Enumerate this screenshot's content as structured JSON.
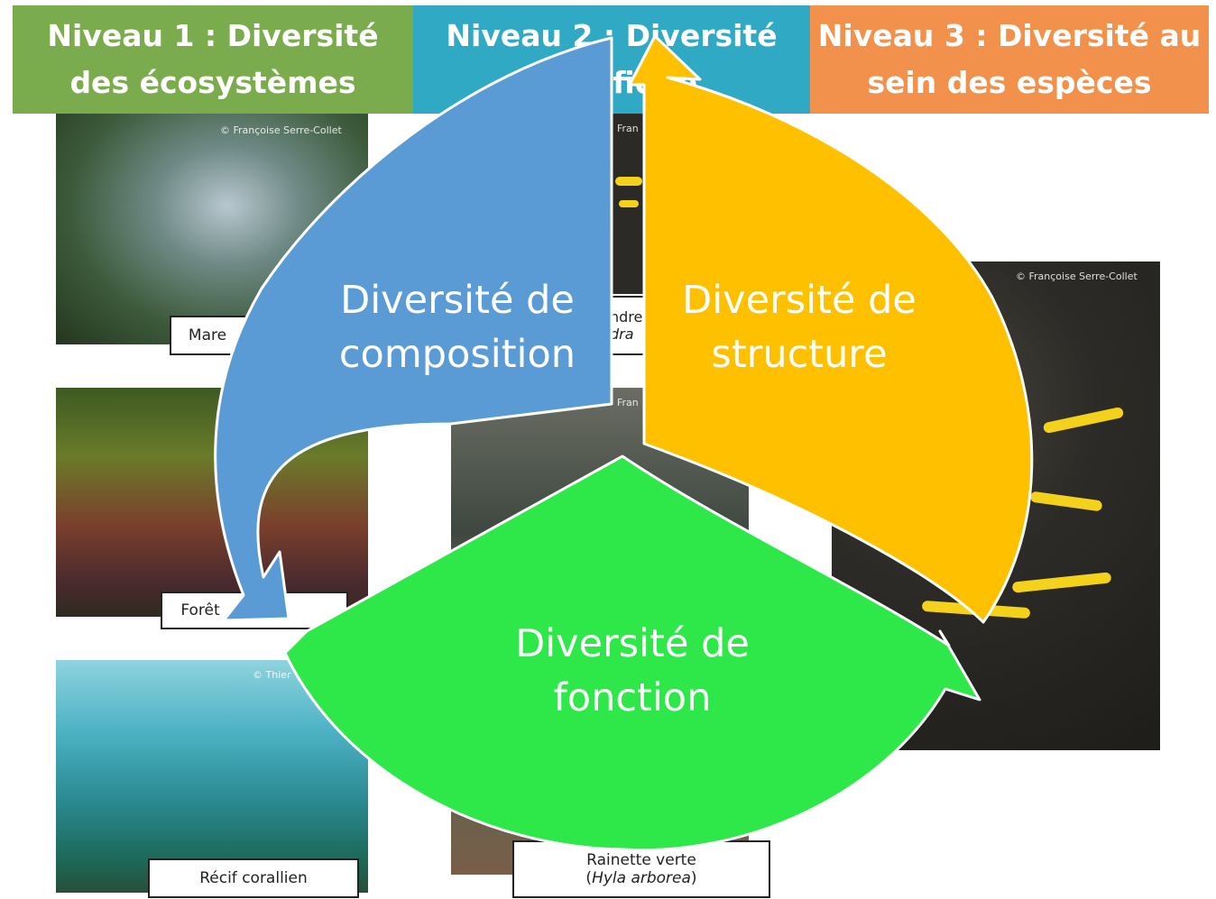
{
  "headers": {
    "level1": [
      "Niveau 1 : Diversité",
      "des écosystèmes"
    ],
    "level2": [
      "Niveau 2 : Diversité",
      "spécifique"
    ],
    "level3": [
      "Niveau 3 : Diversité au",
      "sein des espèces"
    ]
  },
  "colors": {
    "level1_header": "#7aab4c",
    "level2_header": "#2fa9c4",
    "level3_header": "#f1914b",
    "composition": "#5b9bd5",
    "structure": "#ffc000",
    "fonction": "#2ee84a"
  },
  "captions": {
    "mare": "Mare",
    "foret": "Forêt",
    "recif": "Récif corallien",
    "salamandre_line1": "ndre",
    "salamandre_line2": "dra",
    "rainette_line1": "Rainette verte",
    "rainette_line2": "Hyla arborea"
  },
  "credits": {
    "c1": "© Françoise Serre-Collet",
    "c2": "Fran",
    "c3": "Fran",
    "c4": "© Françoise Serre-Collet",
    "c5": "© Thier"
  },
  "cycle": {
    "composition": [
      "Diversité de",
      "composition"
    ],
    "structure": [
      "Diversité de",
      "structure"
    ],
    "fonction": [
      "Diversité de",
      "fonction"
    ]
  }
}
